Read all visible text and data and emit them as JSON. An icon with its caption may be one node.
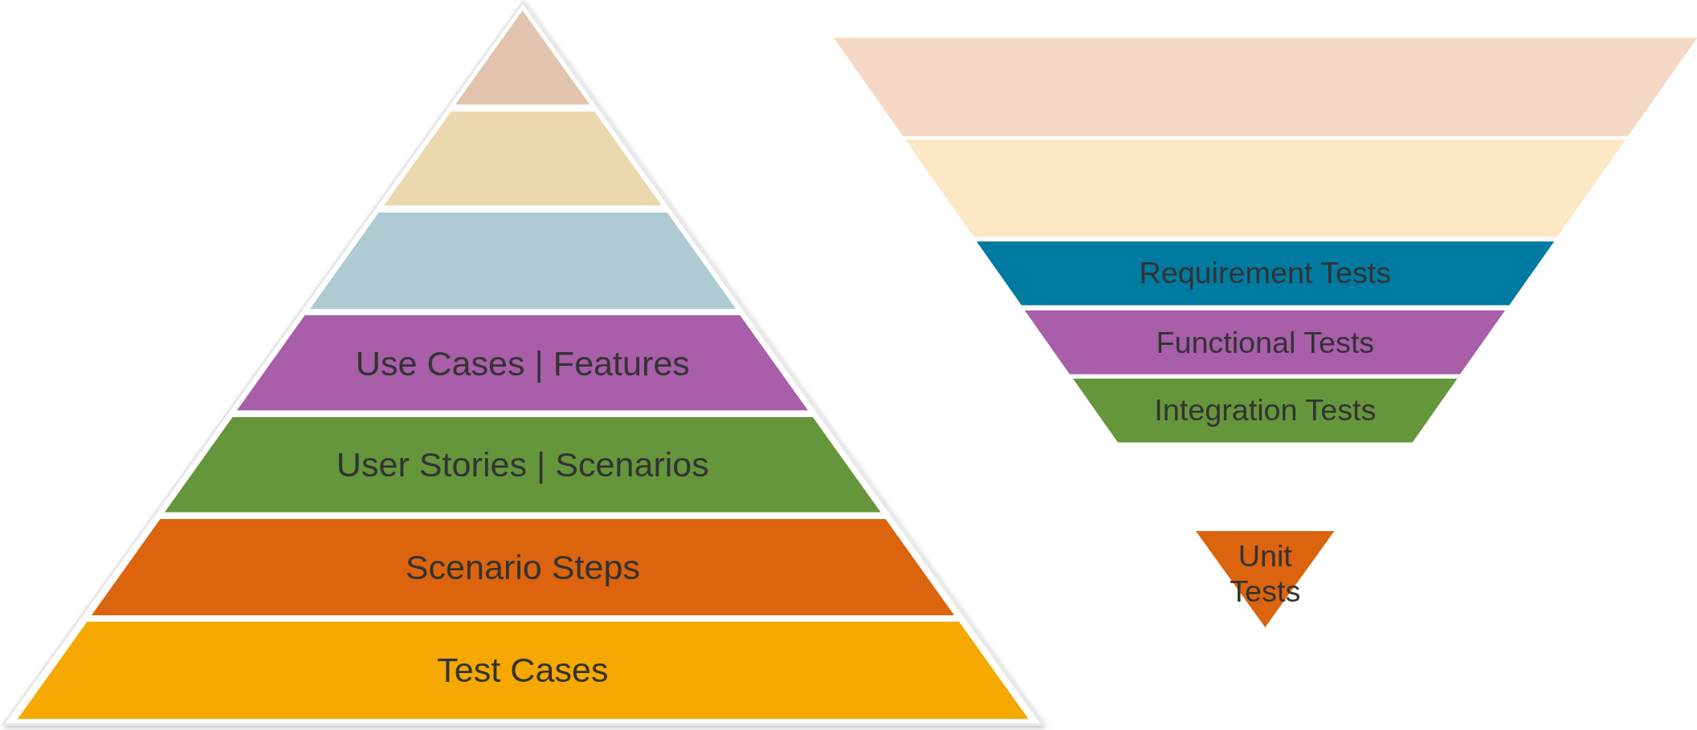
{
  "diagram": {
    "nodes": [
      {
        "text": [],
        "shape": "triangle"
      },
      {
        "text": [],
        "shape": "trapezoid"
      },
      {
        "text": [],
        "shape": "trapezoid"
      },
      {
        "text": [
          "Use Cases | Features"
        ]
      },
      {
        "text": [
          "User Stories | Scenarios"
        ]
      },
      {
        "text": [
          "Scenario Steps"
        ]
      },
      {
        "text": [
          "Test Cases"
        ]
      },
      {
        "text": [],
        "shape": "trapezoid"
      },
      {
        "text": [],
        "shape": "trapezoid"
      },
      {
        "text": [
          "Requirement Tests"
        ]
      },
      {
        "text": [
          "Functional Tests"
        ]
      },
      {
        "text": [
          "Integration Tests"
        ]
      },
      {
        "text": [
          "Unit Tests"
        ]
      }
    ]
  }
}
